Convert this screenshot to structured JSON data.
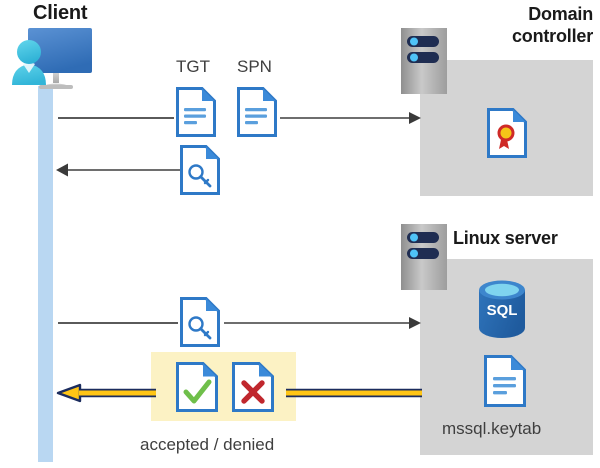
{
  "diagram": {
    "title": "Kerberos authentication flow between Client, Domain controller and Linux server",
    "type": "sequence-diagram"
  },
  "actors": {
    "client": {
      "label": "Client",
      "icon": "client-workstation-icon"
    },
    "domain_controller": {
      "label_line1": "Domain",
      "label_line2": "controller",
      "icon": "server-rack-icon",
      "contents": [
        {
          "name": "certificate-document-icon",
          "label": ""
        }
      ]
    },
    "linux_server": {
      "label": "Linux server",
      "icon": "server-rack-icon",
      "contents": [
        {
          "name": "sql-database-icon",
          "label": "SQL"
        },
        {
          "name": "keytab-document-icon",
          "label": "mssql.keytab"
        }
      ]
    }
  },
  "messages": [
    {
      "id": "msg-request-tgt-spn",
      "direction": "right",
      "from": "client",
      "to": "domain_controller",
      "artifacts": [
        {
          "name": "tgt-document-icon",
          "label": "TGT"
        },
        {
          "name": "spn-document-icon",
          "label": "SPN"
        }
      ],
      "style": "thin-gray"
    },
    {
      "id": "msg-service-ticket",
      "direction": "left",
      "from": "domain_controller",
      "to": "client",
      "artifacts": [
        {
          "name": "key-document-icon",
          "label": ""
        }
      ],
      "style": "thin-gray"
    },
    {
      "id": "msg-present-ticket",
      "direction": "right",
      "from": "client",
      "to": "linux_server",
      "artifacts": [
        {
          "name": "key-document-icon",
          "label": ""
        }
      ],
      "style": "thin-gray"
    },
    {
      "id": "msg-auth-result",
      "direction": "left",
      "from": "linux_server",
      "to": "client",
      "artifacts": [
        {
          "name": "accepted-document-icon",
          "label": ""
        },
        {
          "name": "denied-document-icon",
          "label": ""
        }
      ],
      "caption": "accepted / denied",
      "style": "thick-yellow"
    }
  ],
  "labels": {
    "tgt": "TGT",
    "spn": "SPN",
    "sql": "SQL",
    "keytab_file": "mssql.keytab",
    "result_caption": "accepted / denied"
  },
  "colors": {
    "panel_gray": "#d4d4d4",
    "lifeline_blue": "#b9d7f2",
    "doc_blue": "#2e79c7",
    "doc_fold_blue": "#3b8ad9",
    "arrow_gray": "#5a5a5a",
    "arrow_yellow": "#ffc515",
    "arrow_yellow_outline": "#1b2c5e",
    "highlight_yellow": "#fcf2c4",
    "accent_green": "#6fbf4a",
    "accent_red": "#c0272d",
    "sql_blue": "#2e6fb5",
    "server_gray_light": "#c9c9c9",
    "server_gray_dark": "#8e8e8e",
    "server_slot_navy": "#1f2d52",
    "server_led_cyan": "#4fc3f7",
    "cert_red": "#cf2a27",
    "cert_yellow": "#f5c518",
    "person_cyan": "#45c0e0",
    "monitor_blue": "#3f7cc4",
    "text_dark": "#1a1a1a",
    "text_gray": "#3f3f3f"
  }
}
